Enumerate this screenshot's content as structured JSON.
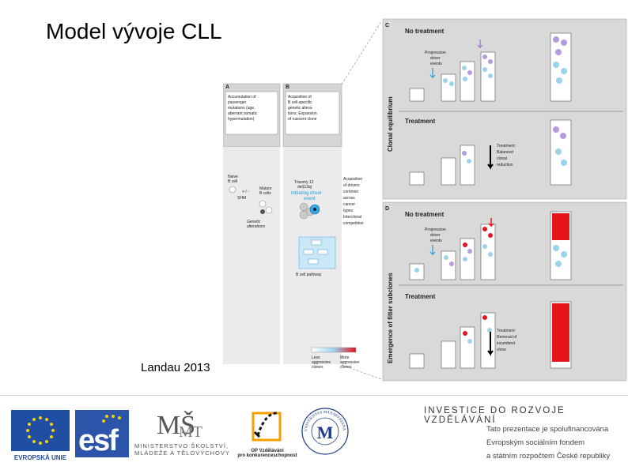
{
  "slide": {
    "title": "Model vývoje CLL",
    "caption": "Landau 2013"
  },
  "figure": {
    "panel_a": {
      "letter": "A",
      "description": "Accumulation of passenger mutations (age, aberrant somatic hypermutation)",
      "naive": "Naive B cell",
      "mature": "Mature B cells",
      "shm": "+ / - SHM",
      "genetic": "Genetic alterations"
    },
    "panel_b": {
      "letter": "B",
      "description": "Acquisition of B cell-specific genetic alterations; Expansion of nascent clone",
      "trisomy": "Trisomy 12",
      "del": "del(13q)",
      "initiating": "Initiating driver event",
      "pathway": "B cell pathway",
      "acquisition": "Acquisition of drivers common across cancer types: Interclonal competition"
    },
    "panel_c": {
      "letter": "C",
      "no_treatment": "No treatment",
      "side": "Clonal equilibrium",
      "progression": "Progression driver events",
      "treatment": "Treatment",
      "balanced": "Treatment: Balanced clonal reduction"
    },
    "panel_d": {
      "letter": "D",
      "no_treatment": "No treatment",
      "side": "Emergence of fitter subclones",
      "progression": "Progression driver events",
      "treatment": "Treatment",
      "removal": "Treatment: Removal of incumbent clone"
    },
    "legend": {
      "less": "Less aggressive clones",
      "more": "More aggressive clones"
    }
  },
  "logos": {
    "eu": "EVROPSKÁ UNIE",
    "esf": "esf",
    "msmt_line1": "MINISTERSTVO ŠKOLSTVÍ,",
    "msmt_line2": "MLÁDEŽE A TĚLOVÝCHOVY",
    "op_line1": "OP Vzdělávání",
    "op_line2": "pro konkurenceschopnost",
    "muni": "UNIVERSITAS MASARYKIANA BRUNENSIS"
  },
  "footer": {
    "heading": "INVESTICE DO ROZVOJE VZDĚLÁVÁNÍ",
    "line1": "Tato prezentace je spolufinancována",
    "line2": "Evropským sociálním fondem",
    "line3": "a státním rozpočtem České republiky"
  },
  "colors": {
    "eu_blue": "#1f4ea3",
    "eu_star": "#f5d100",
    "esf_blue": "#2c54a8",
    "clone_blue": "#9bd3ef",
    "clone_purple": "#b59be0",
    "clone_red": "#e5151b",
    "panel_bg": "#d9d9d9"
  }
}
